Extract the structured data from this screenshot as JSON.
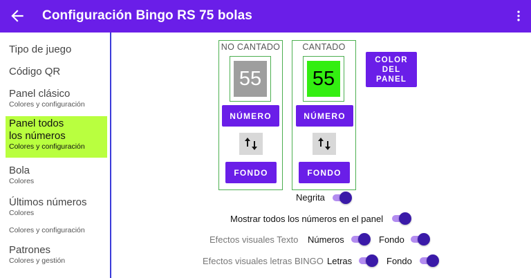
{
  "appbar": {
    "title": "Configuración Bingo RS 75 bolas",
    "back_icon": "arrow-left-icon",
    "menu_icon": "more-vertical-icon",
    "color": "#6a1ee8"
  },
  "sidebar": {
    "items": [
      {
        "label": "Tipo de juego",
        "sub": ""
      },
      {
        "label": "Código QR",
        "sub": ""
      },
      {
        "label": "Panel clásico",
        "sub": "Colores y configuración"
      },
      {
        "label1": "Panel todos",
        "label2": "los números",
        "sub": "Colores y configuración",
        "active": true
      },
      {
        "label": "Bola",
        "sub": "Colores"
      },
      {
        "label": "Últimos números",
        "sub": "Colores"
      },
      {
        "label": "",
        "sub": "Colores y configuración"
      },
      {
        "label": "Patrones",
        "sub": "Colores y gestión"
      }
    ],
    "active_color": "#b9ff3f"
  },
  "main": {
    "not_called": {
      "title": "NO CANTADO",
      "number": "55",
      "tile_color": "#9e9e9e",
      "number_color": "#ffffff",
      "number_button": "NÚMERO",
      "background_button": "FONDO"
    },
    "called": {
      "title": "CANTADO",
      "number": "55",
      "tile_color": "#33ee11",
      "number_color": "#000000",
      "number_button": "NÚMERO",
      "background_button": "FONDO",
      "bold_label": "Negrita"
    },
    "panel_color_button": "COLOR DEL PANEL",
    "show_all_label": "Mostrar todos los números en el panel",
    "text_effects_label": "Efectos visuales Texto",
    "text_effects_numbers": "Números",
    "text_effects_background": "Fondo",
    "bingo_effects_label": "Efectos visuales letras BINGO",
    "bingo_effects_letters": "Letras",
    "bingo_effects_background": "Fondo"
  }
}
